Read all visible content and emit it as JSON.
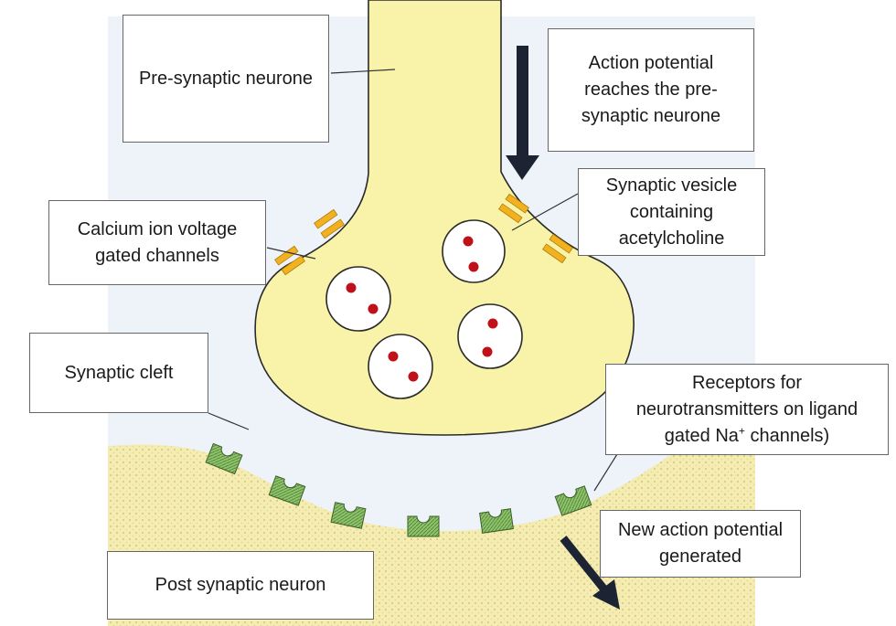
{
  "labels": {
    "presynaptic": "Pre-synaptic neurone",
    "action_potential": "Action potential reaches the pre-synaptic neurone",
    "calcium_channels": "Calcium ion voltage gated channels",
    "vesicle": "Synaptic vesicle containing acetylcholine",
    "cleft": "Synaptic cleft",
    "receptors_line1": "Receptors for",
    "receptors_line2": "neurotransmitters on ligand",
    "receptors_line3_pre": "gated Na",
    "receptors_line3_sup": "+",
    "receptors_line3_post": " channels)",
    "new_action": "New action potential generated",
    "postsynaptic": "Post synaptic neuron"
  },
  "colors": {
    "neuron_fill": "#f8f3a9",
    "post_fill": "#f4ecb0",
    "cleft_bg": "#eef3fa",
    "vesicle_dot": "#c0101a",
    "channel": "#f2b21f",
    "receptor": "#8fc56b",
    "arrow": "#1c2433"
  }
}
